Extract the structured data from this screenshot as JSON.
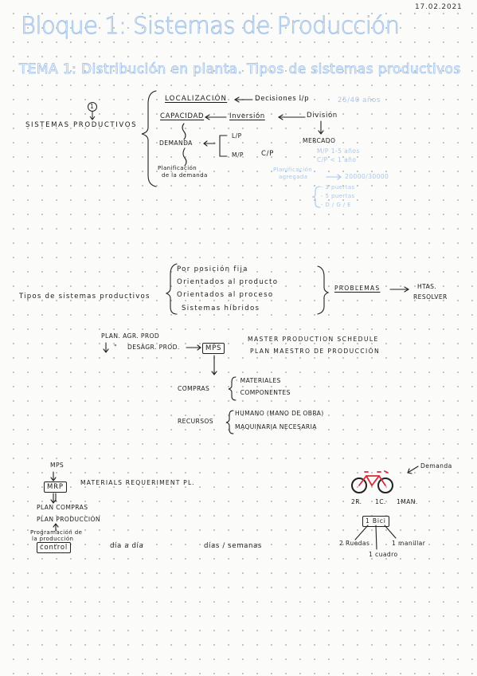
{
  "header": {
    "date": "17.02.2021",
    "title": "Bloque 1: Sistemas de Producción",
    "subtitle": "TEMA 1: Distribución en planta. Tipos de sistemas productivos"
  },
  "section1": {
    "number": "1",
    "label": "SISTEMAS PRODUCTIVOS",
    "localizacion": "LOCALIZACIÓN",
    "decisiones": "Decisiones l/p",
    "anios": "25/40 años",
    "capacidad": "CAPACIDAD",
    "inversion": "Inversión",
    "division": "División",
    "mercado": "MERCADO",
    "demanda": "DEMANDA",
    "lp": "L/P",
    "mp": "M/P",
    "cp": "C/P",
    "planificacion_demanda": [
      "Planificación",
      "de la demanda"
    ],
    "mp_note": "M/P  1-5 años",
    "cp_note": "C/P  < 1 año",
    "plan_agregada": [
      "Planificación",
      "agregada"
    ],
    "agregada_value": "20000/30000",
    "options": [
      "- 3 puertas",
      "- 5 puertas",
      "- D / G / E"
    ]
  },
  "section2": {
    "label": "Tipos de sistemas productivos",
    "types": [
      "Por posición fija",
      "Orientados al producto",
      "Orientados al proceso",
      "Sistemas híbridos"
    ],
    "problemas": "PROBLEMAS",
    "htas": "HTAS.",
    "resolver": "RESOLVER"
  },
  "section3": {
    "plan_agr": "PLAN. AGR. PROD",
    "desagr_prefix": "\"",
    "desagr": "DESAGR. PROD.",
    "mps": "MPS",
    "master": "MASTER PRODUCTION SCHEDULE",
    "plan_maestro": "PLAN MAESTRO DE PRODUCCIÓN",
    "compras": "COMPRAS",
    "compras_items": [
      "· MATERIALES",
      "· COMPONENTES"
    ],
    "recursos": "RECURSOS",
    "recursos_items": [
      "HUMANO (MANO DE OBRA)",
      "MAQUINARIA NECESARIA"
    ]
  },
  "section4": {
    "mps": "MPS",
    "mrp": "MRP",
    "mrp_text": "MATERIALS REQUERIMENT PL.",
    "plan_compras": "PLAN COMPRAS",
    "plan_produccion": "PLAN PRODUCCIÓN",
    "programacion": [
      "Programación de",
      "la producción"
    ],
    "control": "control",
    "dia": "día a día",
    "dias": "días / semanas"
  },
  "bike": {
    "demanda": "Demanda",
    "counts": [
      "2R.",
      "1C.",
      "1MAN."
    ],
    "bici": "1 Bici",
    "ruedas": "2 Ruedas",
    "manillar": "1 manillar",
    "cuadro": "1 cuadro",
    "colors": {
      "frame": "#d92b3a",
      "wheel": "#222222"
    }
  }
}
